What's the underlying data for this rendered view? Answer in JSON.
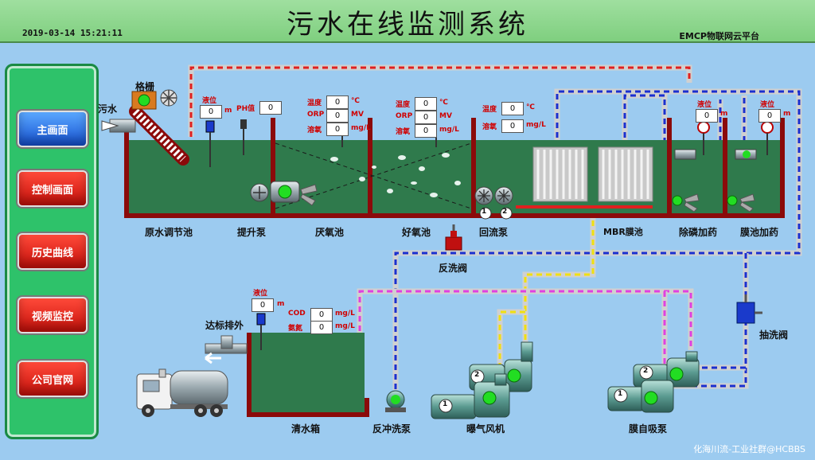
{
  "header": {
    "title": "污水在线监测系统",
    "datetime": "2019-03-14  15:21:11",
    "platform": "EMCP物联网云平台"
  },
  "nav": {
    "items": [
      {
        "label": "主画面"
      },
      {
        "label": "控制画面"
      },
      {
        "label": "历史曲线"
      },
      {
        "label": "视频监控"
      },
      {
        "label": "公司官网"
      }
    ]
  },
  "labels": {
    "sewage": "污水",
    "grille": "格栅",
    "raw_tank": "原水调节池",
    "lift_pump": "提升泵",
    "anoxic_tank": "厌氧池",
    "aerobic_tank": "好氧池",
    "return_pump": "回流泵",
    "mbr_tank": "MBR膜池",
    "phos_dosing": "除磷加药",
    "membrane_dosing": "膜池加药",
    "backwash_valve": "反洗阀",
    "discharge": "达标排外",
    "clear_tank": "清水箱",
    "backwash_pump": "反冲洗泵",
    "aeration_fan": "曝气风机",
    "membrane_pump": "膜自吸泵",
    "suction_valve": "抽洗阀"
  },
  "params": {
    "level_label": "液位",
    "unit_m": "m",
    "ph_label": "PH值",
    "temp_label": "温度",
    "orp_label": "ORP",
    "do_label": "溶氧",
    "unit_c": "℃",
    "unit_mv": "MV",
    "unit_mgl": "mg/L",
    "cod_label": "COD",
    "ammonia_label": "氨氮",
    "raw_level": "0",
    "ph_value": "0",
    "anoxic_temp": "0",
    "anoxic_orp": "0",
    "anoxic_do": "0",
    "aerobic_temp": "0",
    "aerobic_orp": "0",
    "aerobic_do": "0",
    "mbr_temp": "0",
    "mbr_do": "0",
    "phos_level": "0",
    "mem_level": "0",
    "clear_level": "0",
    "cod_value": "0",
    "ammonia_value": "0"
  },
  "pump_numbers": {
    "one": "1",
    "two": "2"
  },
  "footer": "化海川流-工业社群@HCBBS",
  "colors": {
    "tank_water": "#2f7a4c",
    "tank_wall": "#8b0a0a",
    "status_on": "#22dd22",
    "pipe_red": "#e02020",
    "pipe_blue": "#1a2fd0",
    "pipe_yellow": "#f0e010",
    "pipe_magenta": "#e040e0"
  }
}
